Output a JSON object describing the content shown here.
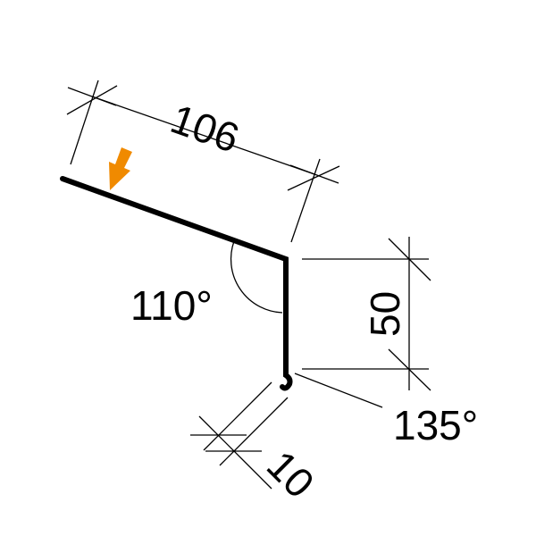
{
  "diagram": {
    "title": "Flashing profile cross-section",
    "colors": {
      "profile": "#000000",
      "dimension": "#000000",
      "arrow": "#f08a00",
      "background": "#ffffff"
    },
    "dimensions": {
      "top_length": "106",
      "vertical_length": "50",
      "hook_length": "10"
    },
    "angles": {
      "top_bend": "110°",
      "hook_bend": "135°"
    },
    "markers": {
      "direction_arrow": "arrow-down-left-icon"
    }
  }
}
